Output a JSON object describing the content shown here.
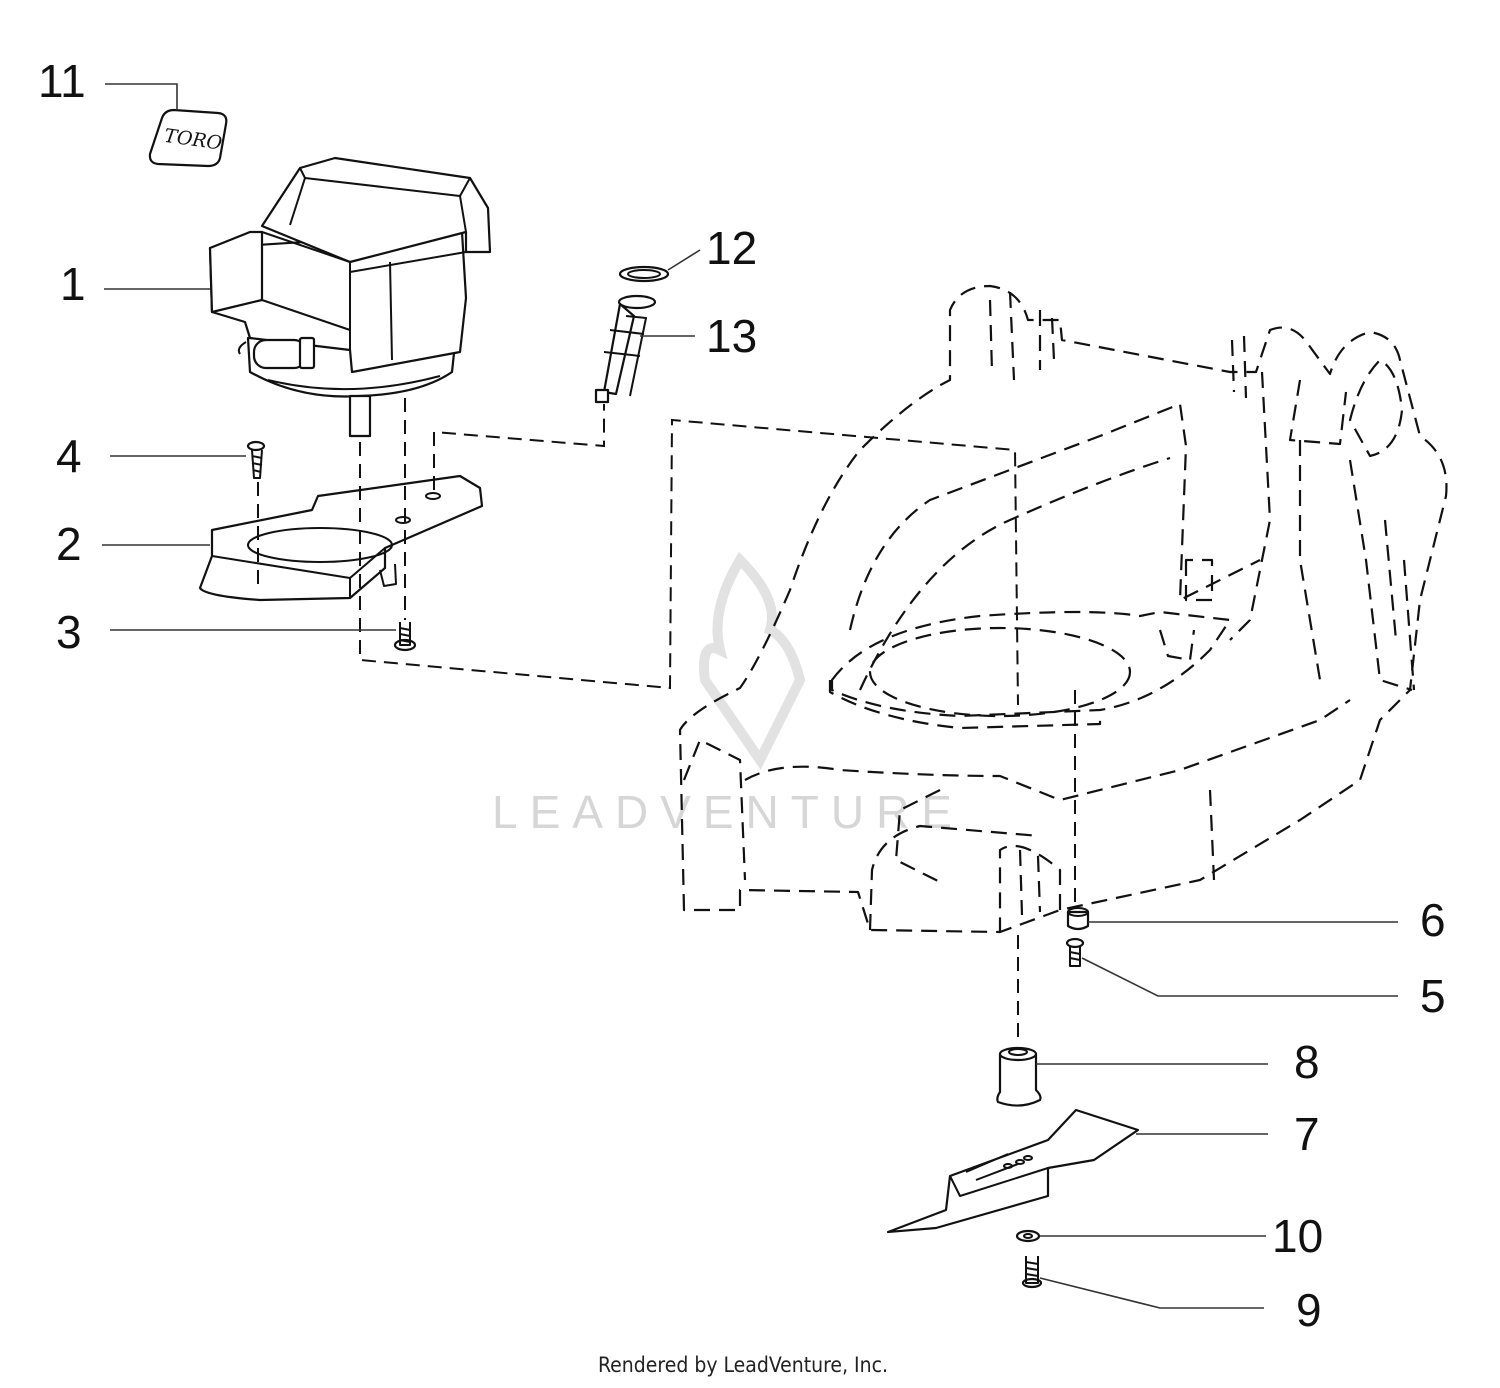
{
  "diagram": {
    "callouts": [
      {
        "id": "11",
        "label": "11"
      },
      {
        "id": "1",
        "label": "1"
      },
      {
        "id": "4",
        "label": "4"
      },
      {
        "id": "2",
        "label": "2"
      },
      {
        "id": "3",
        "label": "3"
      },
      {
        "id": "12",
        "label": "12"
      },
      {
        "id": "13",
        "label": "13"
      },
      {
        "id": "6",
        "label": "6"
      },
      {
        "id": "5",
        "label": "5"
      },
      {
        "id": "8",
        "label": "8"
      },
      {
        "id": "7",
        "label": "7"
      },
      {
        "id": "10",
        "label": "10"
      },
      {
        "id": "9",
        "label": "9"
      }
    ],
    "decal_text": "TORO",
    "watermark_text": "LEADVENTURE",
    "footer_text": "Rendered by LeadVenture, Inc."
  },
  "colors": {
    "line": "#111111",
    "background": "#ffffff",
    "watermark": "#d6d6d6"
  }
}
